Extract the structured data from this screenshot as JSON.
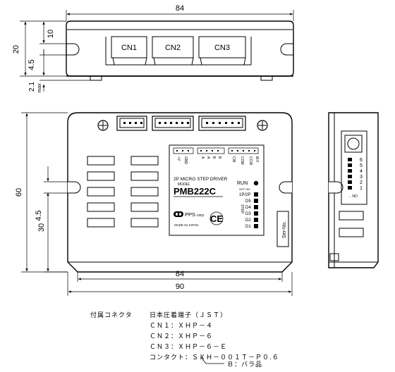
{
  "top_view": {
    "dim_width": "84",
    "dim_10": "10",
    "dim_20": "20",
    "dim_45": "4.5",
    "dim_21": "2.1",
    "dim_max": "max",
    "connectors": [
      "CN1",
      "CN2",
      "CN3"
    ]
  },
  "front_view": {
    "dim_height": "60",
    "dim_45": "4.5",
    "dim_30": "30",
    "dim_inner_width": "84",
    "dim_outer_width": "90",
    "label": {
      "title": "2P MICRO STEP DRIVER",
      "model_caption": "MODEL",
      "model": "PMB222C",
      "run": "RUN",
      "off_on": "OFF ON",
      "switches": [
        "1P/2P",
        "D5",
        "D4",
        "D3",
        "D2",
        "D1"
      ],
      "step": "STEP",
      "maker": "PPS",
      "maker_suffix": "corp.",
      "made_in": "MADE IN JAPAN",
      "ce": "CE",
      "pins_left": [
        "+V",
        "GND"
      ],
      "pins_mid": [
        "A",
        "A",
        "B",
        "B"
      ],
      "pins_right": [
        "CW",
        "COM",
        "CCW",
        "M.F"
      ]
    },
    "ser_no": "Ser-No."
  },
  "side_view": {
    "switch_numbers": [
      "6",
      "5",
      "4",
      "3",
      "2",
      "1"
    ],
    "on_no": "→ NO"
  },
  "notes": {
    "heading": "付属コネクタ",
    "maker": "日本圧着端子（ＪＳＴ）",
    "lines": [
      "ＣＮ１：ＸＨＰ－４",
      "ＣＮ２：ＸＨＰ－６",
      "ＣＮ３：ＸＨＰ－６－Ｅ",
      "コンタクト：ＳＸＨ－００１Ｔ－Ｐ０.６"
    ],
    "sub": "Ｂ：バラ品"
  }
}
